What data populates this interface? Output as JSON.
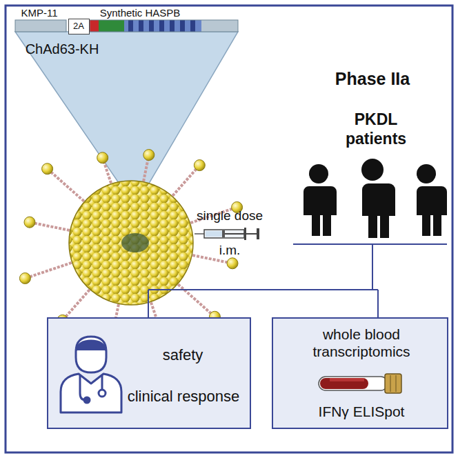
{
  "diagram": {
    "nodes": [
      {
        "text": [
          "2A"
        ]
      },
      {
        "text": [
          "safety",
          "clinical response"
        ]
      },
      {
        "text": [
          "whole blood transcriptomics",
          "IFNγ ELISpot"
        ]
      }
    ],
    "labels": [
      "KMP-11",
      "Synthetic HASPB",
      "ChAd63-KH",
      "single dose",
      "i.m.",
      "Phase IIa",
      "PKDL",
      "patients"
    ]
  }
}
